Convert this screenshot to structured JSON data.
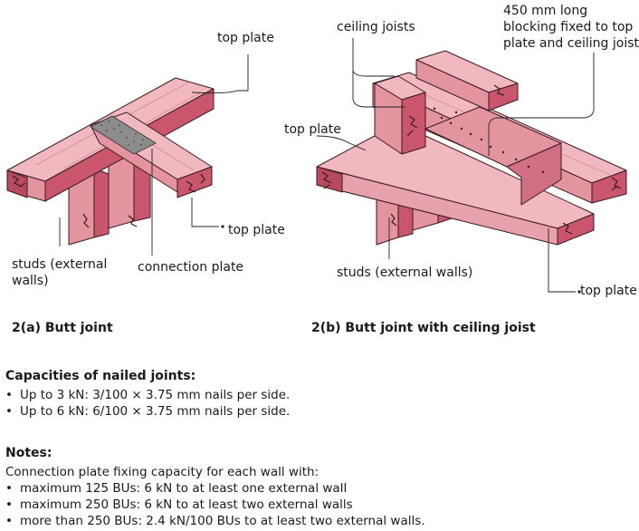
{
  "diagram_a": {
    "label_top_plate_upper": "top plate",
    "label_top_plate_right": "top plate",
    "label_studs_line1": "studs (external",
    "label_studs_line2": "walls)",
    "label_connection_plate": "connection plate",
    "caption": "2(a) Butt joint"
  },
  "diagram_b": {
    "label_ceiling_joists": "ceiling joists",
    "label_blocking_line1": "450 mm long",
    "label_blocking_line2": "blocking fixed to top",
    "label_blocking_line3": "plate and ceiling joist",
    "label_top_plate_left": "top plate",
    "label_studs": "studs (external walls)",
    "label_top_plate_bottom": "top plate",
    "caption": "2(b) Butt joint with ceiling joist"
  },
  "capacities": {
    "title": "Capacities of nailed joints:",
    "items": [
      "Up to 3 kN: 3/100 × 3.75 mm nails per side.",
      "Up to 6 kN: 6/100 × 3.75 mm nails per side."
    ]
  },
  "notes": {
    "title": "Notes:",
    "intro": "Connection plate fixing capacity for each wall with:",
    "items": [
      "maximum 125 BUs: 6 kN to at least one external wall",
      "maximum 250 BUs: 6 kN to at least two external walls",
      "more than 250 BUs: 2.4 kN/100 BUs to at least two external walls."
    ]
  },
  "colors": {
    "timber_top": "#f2b8bf",
    "timber_side": "#e08f9b",
    "timber_end": "#c9566c",
    "outline": "#3a1a22",
    "plate": "#8c8c8c",
    "leader": "#222222"
  }
}
